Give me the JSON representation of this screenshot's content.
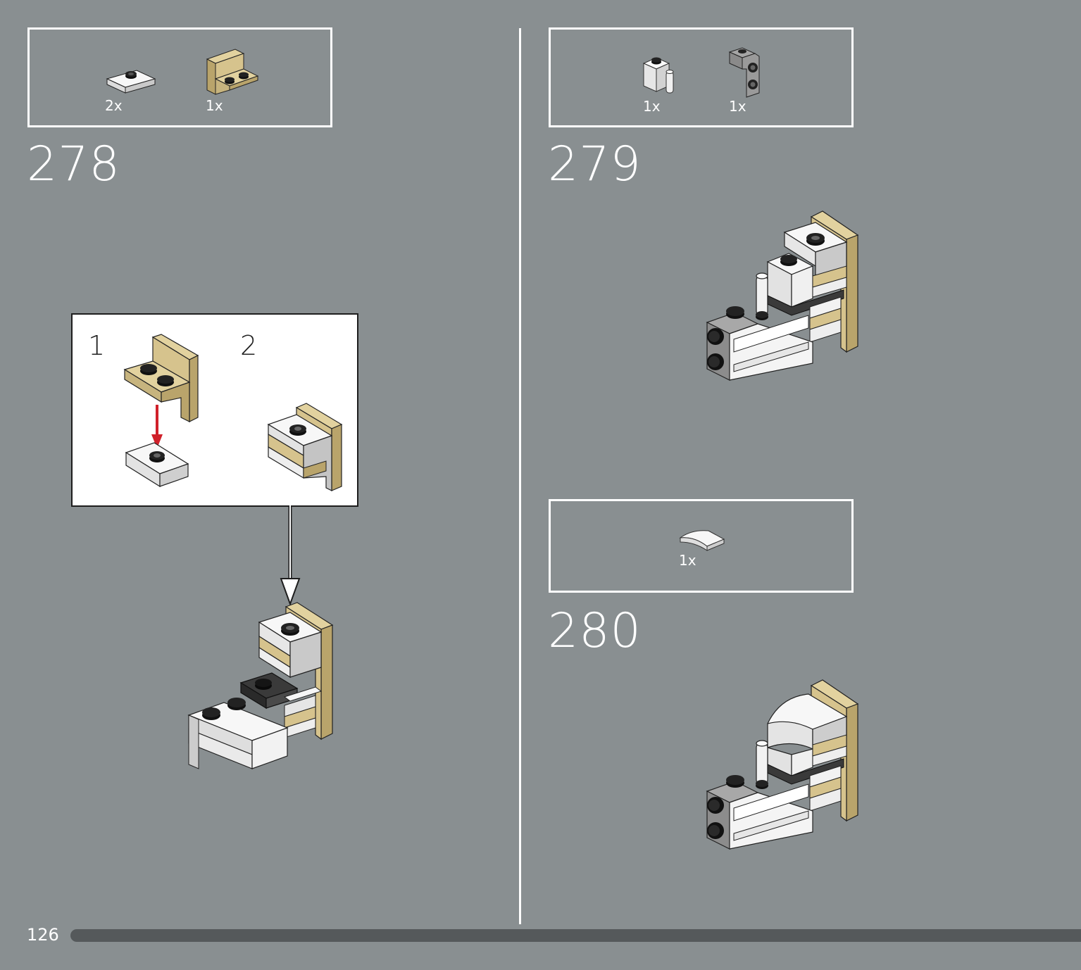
{
  "page": {
    "number": "126"
  },
  "steps": [
    {
      "number": "278",
      "parts": [
        {
          "qty": "2x",
          "icon": "white-plate-1x2-jumper-icon"
        },
        {
          "qty": "1x",
          "icon": "tan-bracket-icon"
        }
      ],
      "subassembly": {
        "step1": "1",
        "step2": "2"
      }
    },
    {
      "number": "279",
      "parts": [
        {
          "qty": "1x",
          "icon": "white-brick-clip-icon"
        },
        {
          "qty": "1x",
          "icon": "grey-bracket-icon"
        }
      ]
    },
    {
      "number": "280",
      "parts": [
        {
          "qty": "1x",
          "icon": "white-curved-slope-icon"
        }
      ]
    }
  ],
  "colors": {
    "background": "#898f91",
    "tan": "#d6c38d",
    "white": "#f5f6f6",
    "black": "#1a1a1a",
    "arrow_red": "#d0202a",
    "progress": "#55595b"
  }
}
